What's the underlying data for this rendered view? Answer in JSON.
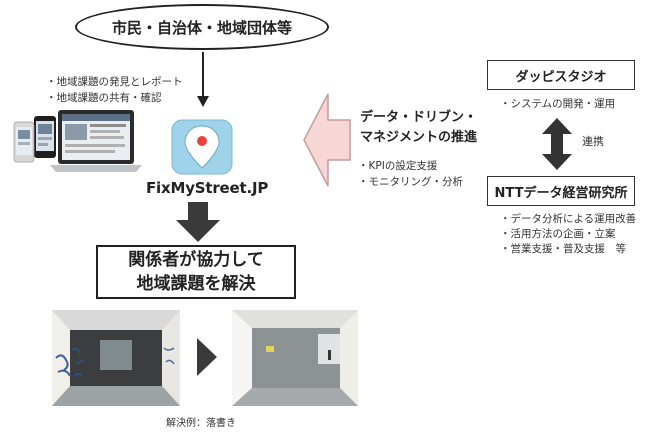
{
  "top_actor": "市民・自治体・地域団体等",
  "citizen_bullets": [
    "地域課題の発見とレポート",
    "地域課題の共有・確認"
  ],
  "app_logo_text": "FixMyStreet.JP",
  "center_flow": {
    "title_line1": "データ・ドリブン・",
    "title_line2": "マネジメントの推進",
    "bullets": [
      "KPIの設定支援",
      "モニタリング・分析"
    ]
  },
  "dappy": {
    "name": "ダッピスタジオ",
    "bullets": [
      "システムの開発・運用"
    ]
  },
  "link_label": "連携",
  "ntt": {
    "name": "NTTデータ経営研究所",
    "bullets": [
      "データ分析による運用改善",
      "活用方法の企画・立案",
      "営業支援・普及支援　等"
    ]
  },
  "solve": {
    "line1": "関係者が協力して",
    "line2": "地域課題を解決"
  },
  "example_caption": "解決例：落書き",
  "icons": [
    "map-pin-icon",
    "laptop-icon",
    "smartphone-icon"
  ],
  "colors": {
    "pink_arrow_fill": "#f7d7d5",
    "pink_arrow_stroke": "#c79c9a",
    "dark_arrow": "#3a3a3a",
    "app_icon_bg": "#9fd3ea",
    "pin_red": "#e8433b"
  }
}
